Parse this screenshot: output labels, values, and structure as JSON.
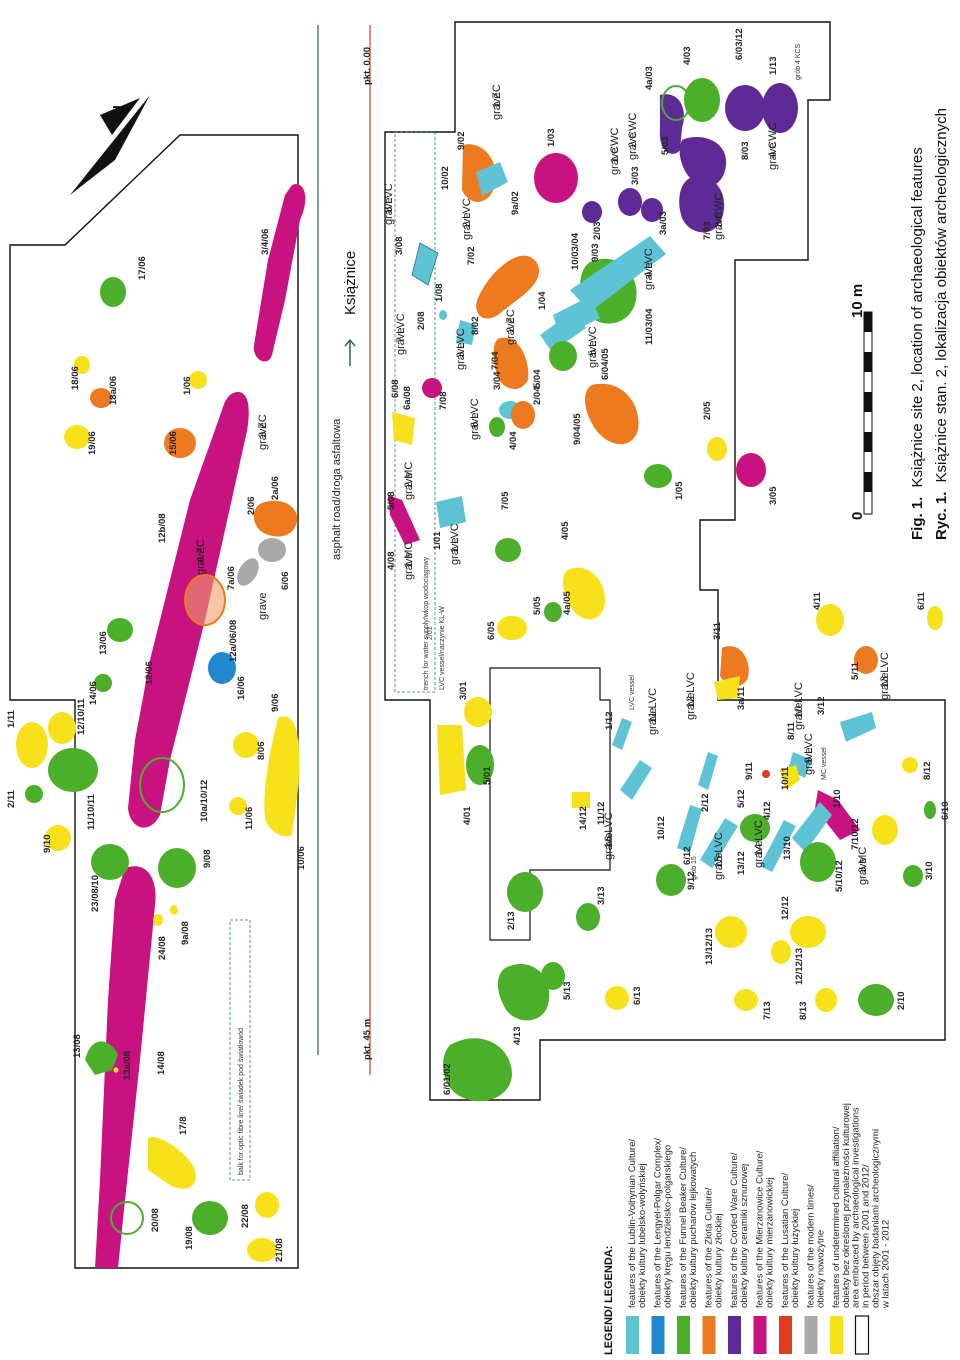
{
  "colors": {
    "lvc": "#5fc3d6",
    "lengyel": "#1f88cf",
    "funnel": "#4caf2a",
    "zlota": "#ee7a1f",
    "corded": "#5e2a96",
    "mierzanowice": "#c8127f",
    "lusatian": "#e13a1e",
    "modern": "#a9a9a9",
    "undetermined": "#f7e11b",
    "route": "#d9642a",
    "road": "#2a6a4a"
  },
  "north_label": "N",
  "road_label": "asphalt road/droga asfaltowa",
  "place_label": "Książnice",
  "pkt_start": "pkt. 0.00",
  "pkt_end": "pkt. 45 m",
  "trench_label": "trench for water supply/wkop wodociągowy",
  "balk_label": "balk for optic fibre line/ świadek pod światłowód",
  "scale": {
    "label": "10 m",
    "zero": "0"
  },
  "captions": {
    "en_fig": "Fig. 1.",
    "en_text": "Książnice site 2, location of archaeological features",
    "pl_fig": "Ryc. 1.",
    "pl_text": "Książnice stan. 2, lokalizacja obiektów archeologicznych"
  },
  "legend": {
    "title": "LEGEND/ LEGENDA:",
    "items": [
      {
        "key": "lvc",
        "text1": "features of the Lublin-Volhynian Culture/",
        "text2": "obiekty kultury lubelsko-wołyńskiej"
      },
      {
        "key": "lengyel",
        "text1": "features of the Lengyel-Polgar Complex/",
        "text2": "obiekty kręgu lendzielsko-polgarskiego"
      },
      {
        "key": "funnel",
        "text1": "features of the Funnel Beaker Culture/",
        "text2": "obiekty kultury pucharów lejkowatych"
      },
      {
        "key": "zlota",
        "text1": "features of the Złota Culture/",
        "text2": "obiekty kultury złockiej"
      },
      {
        "key": "corded",
        "text1": "features of the Corded Ware Culture/",
        "text2": "obiekty kultury ceramiki sznurowej"
      },
      {
        "key": "mierzanowice",
        "text1": "features of the Mierzanowice Culture/",
        "text2": "obiekty kultury mierzanowickiej"
      },
      {
        "key": "lusatian",
        "text1": "features of the Lusatian Culture/",
        "text2": "obiekty kultury łużyckiej"
      },
      {
        "key": "modern",
        "text1": "features of the modern times/",
        "text2": "obiekty nowożytne"
      },
      {
        "key": "undetermined",
        "text1": "features of undetermined cultural affiliation/",
        "text2": "obiekty bez określonej przynależności kulturowej"
      },
      {
        "key": "area",
        "text1": "area embraced by archaeological investigations",
        "text2": "in period between 2001 and 2012/",
        "text3": "obszar objęty badaniami archeologicznymi",
        "text4": "w latach 2001 - 2012"
      }
    ]
  },
  "features": [
    {
      "id": "3/4/06",
      "c": "mierzanowice"
    },
    {
      "id": "17/06",
      "c": "funnel"
    },
    {
      "id": "18/06",
      "c": "undetermined"
    },
    {
      "id": "18a/06",
      "c": "zlota"
    },
    {
      "id": "19/06",
      "c": "undetermined"
    },
    {
      "id": "1/06",
      "c": "undetermined"
    },
    {
      "id": "15/06",
      "c": "zlota"
    },
    {
      "id": "2a/06",
      "c": "zlota"
    },
    {
      "id": "2/06",
      "c": "zlota"
    },
    {
      "id": "6/06",
      "c": "modern"
    },
    {
      "id": "7a/06",
      "c": "modern"
    },
    {
      "id": "12/06",
      "c": "mierzanowice"
    },
    {
      "id": "12a/06/08",
      "c": "zlota"
    },
    {
      "id": "12b/08",
      "c": "zlota"
    },
    {
      "id": "16/06",
      "c": "lengyel"
    },
    {
      "id": "13/06",
      "c": "funnel"
    },
    {
      "id": "14/06",
      "c": "funnel"
    },
    {
      "id": "9/06",
      "c": "undetermined"
    },
    {
      "id": "8/06",
      "c": "undetermined"
    },
    {
      "id": "11/06",
      "c": "undetermined"
    },
    {
      "id": "10/06",
      "c": "undetermined"
    },
    {
      "id": "10a/10/12",
      "c": "funnel"
    },
    {
      "id": "1/11",
      "c": "undetermined"
    },
    {
      "id": "12/10/11",
      "c": "undetermined"
    },
    {
      "id": "2/11",
      "c": "funnel"
    },
    {
      "id": "11/10/11",
      "c": "funnel"
    },
    {
      "id": "9/10",
      "c": "undetermined"
    },
    {
      "id": "23/08/10",
      "c": "funnel"
    },
    {
      "id": "9/08",
      "c": "funnel"
    },
    {
      "id": "24/08",
      "c": "undetermined"
    },
    {
      "id": "9a/08",
      "c": "undetermined"
    },
    {
      "id": "13/08",
      "c": "funnel"
    },
    {
      "id": "13a/08",
      "c": "undetermined"
    },
    {
      "id": "14/08",
      "c": "mierzanowice"
    },
    {
      "id": "17/8",
      "c": "undetermined"
    },
    {
      "id": "20/08",
      "c": "funnel"
    },
    {
      "id": "19/08",
      "c": "funnel"
    },
    {
      "id": "22/08",
      "c": "undetermined"
    },
    {
      "id": "21/08",
      "c": "undetermined"
    },
    {
      "id": "1/03",
      "c": "mierzanowice"
    },
    {
      "id": "10/02",
      "c": "zlota"
    },
    {
      "id": "9/02",
      "c": "zlota"
    },
    {
      "id": "9a/02",
      "c": "lvc"
    },
    {
      "id": "4a/03",
      "c": "funnel"
    },
    {
      "id": "4/03",
      "c": "funnel"
    },
    {
      "id": "5/03",
      "c": "corded"
    },
    {
      "id": "8/03",
      "c": "corded"
    },
    {
      "id": "6/03/12",
      "c": "corded"
    },
    {
      "id": "1/13",
      "c": "corded"
    },
    {
      "id": "3/03",
      "c": "corded"
    },
    {
      "id": "3a/03",
      "c": "corded"
    },
    {
      "id": "7/03",
      "c": "corded"
    },
    {
      "id": "2/03",
      "c": "corded"
    },
    {
      "id": "10/03/04",
      "c": "lvc"
    },
    {
      "id": "9/03",
      "c": "lvc"
    },
    {
      "id": "11/03/04",
      "c": "funnel"
    },
    {
      "id": "7/02",
      "c": "zlota"
    },
    {
      "id": "3/08",
      "c": "lvc"
    },
    {
      "id": "2/08",
      "c": "lvc"
    },
    {
      "id": "1/08",
      "c": "lvc"
    },
    {
      "id": "8/02",
      "c": "lvc"
    },
    {
      "id": "7/04",
      "c": "zlota"
    },
    {
      "id": "1/04",
      "c": "lvc"
    },
    {
      "id": "5/04",
      "c": "funnel"
    },
    {
      "id": "6/04/05",
      "c": "zlota"
    },
    {
      "id": "9/04/05",
      "c": "zlota"
    },
    {
      "id": "3/04",
      "c": "lvc"
    },
    {
      "id": "2/04",
      "c": "zlota"
    },
    {
      "id": "4/04",
      "c": "funnel"
    },
    {
      "id": "6/08",
      "c": "undetermined"
    },
    {
      "id": "6a/08",
      "c": "undetermined"
    },
    {
      "id": "7/08",
      "c": "mierzanowice"
    },
    {
      "id": "5/08",
      "c": "mierzanowice"
    },
    {
      "id": "4/08",
      "c": "mierzanowice"
    },
    {
      "id": "1/01",
      "c": "lvc"
    },
    {
      "id": "7/05",
      "c": "funnel"
    },
    {
      "id": "2/05",
      "c": "undetermined"
    },
    {
      "id": "3/05",
      "c": "mierzanowice"
    },
    {
      "id": "1/05",
      "c": "funnel"
    },
    {
      "id": "4/05",
      "c": "undetermined"
    },
    {
      "id": "5/05",
      "c": "funnel"
    },
    {
      "id": "4a/05",
      "c": "undetermined"
    },
    {
      "id": "6/05",
      "c": "undetermined"
    },
    {
      "id": "3/01",
      "c": "undetermined"
    },
    {
      "id": "4/01",
      "c": "undetermined"
    },
    {
      "id": "5/01",
      "c": "funnel"
    },
    {
      "id": "3/11",
      "c": "zlota"
    },
    {
      "id": "3a/11",
      "c": "undetermined"
    },
    {
      "id": "5/11",
      "c": "zlota"
    },
    {
      "id": "4/11",
      "c": "undetermined"
    },
    {
      "id": "6/11",
      "c": "undetermined"
    },
    {
      "id": "3/12",
      "c": "lvc"
    },
    {
      "id": "8/11",
      "c": "lvc"
    },
    {
      "id": "9/11",
      "c": "lusatian"
    },
    {
      "id": "10/11",
      "c": "undetermined"
    },
    {
      "id": "1/10",
      "c": "mierzanowice"
    },
    {
      "id": "5/12",
      "c": "funnel"
    },
    {
      "id": "4/12",
      "c": "lvc"
    },
    {
      "id": "5/10/12",
      "c": "funnel"
    },
    {
      "id": "13/10",
      "c": "lvc"
    },
    {
      "id": "7/10/12",
      "c": "undetermined"
    },
    {
      "id": "8/12",
      "c": "undetermined"
    },
    {
      "id": "6/10",
      "c": "funnel"
    },
    {
      "id": "3/10",
      "c": "funnel"
    },
    {
      "id": "2/10",
      "c": "funnel"
    },
    {
      "id": "8/13",
      "c": "undetermined"
    },
    {
      "id": "12/12",
      "c": "undetermined"
    },
    {
      "id": "12/12/13",
      "c": "undetermined"
    },
    {
      "id": "13/12/13",
      "c": "undetermined"
    },
    {
      "id": "7/13",
      "c": "undetermined"
    },
    {
      "id": "6/13",
      "c": "undetermined"
    },
    {
      "id": "5/13",
      "c": "funnel"
    },
    {
      "id": "4/13",
      "c": "funnel"
    },
    {
      "id": "6/01/02",
      "c": "funnel"
    },
    {
      "id": "2/13",
      "c": "funnel"
    },
    {
      "id": "3/13",
      "c": "funnel"
    },
    {
      "id": "9/12",
      "c": "funnel"
    },
    {
      "id": "11/12",
      "c": "lvc"
    },
    {
      "id": "1/12",
      "c": "lvc"
    },
    {
      "id": "2/12",
      "c": "lvc"
    },
    {
      "id": "10/12",
      "c": "lvc"
    },
    {
      "id": "6/12",
      "c": "lvc"
    },
    {
      "id": "14/12",
      "c": "undetermined"
    },
    {
      "id": "13/12",
      "c": "undetermined"
    }
  ],
  "graves": [
    "grave 8 LVC",
    "grave 7 LVC",
    "grave 3 LVC",
    "grave 2 LVC",
    "grave 1 ZC",
    "grave 2 ZC",
    "grave 1 CWC",
    "grave 2 CWC",
    "grave 3 CWC",
    "grave 4 CWC",
    "grave 4 LVC",
    "grave 5 LVC",
    "grave 6 LVC",
    "grave 2 MC",
    "grave 1 MC",
    "grave 1 LVC",
    "grave 3 ZC",
    "grave 4 ZC",
    "grave",
    "grave 11 LVC",
    "grave 12 LVC",
    "grave 13 LVC",
    "grave 10 LVC",
    "grave 9 LVC",
    "grave 16 LVC",
    "grave 15 LVC",
    "grave 14 LVC",
    "grave 3 MC"
  ],
  "notes": [
    "grób 4 KCS",
    "grób 15",
    "LVC vessel",
    "MC vessel",
    "LVC vessel/naczynie KL-W",
    "2/01"
  ]
}
